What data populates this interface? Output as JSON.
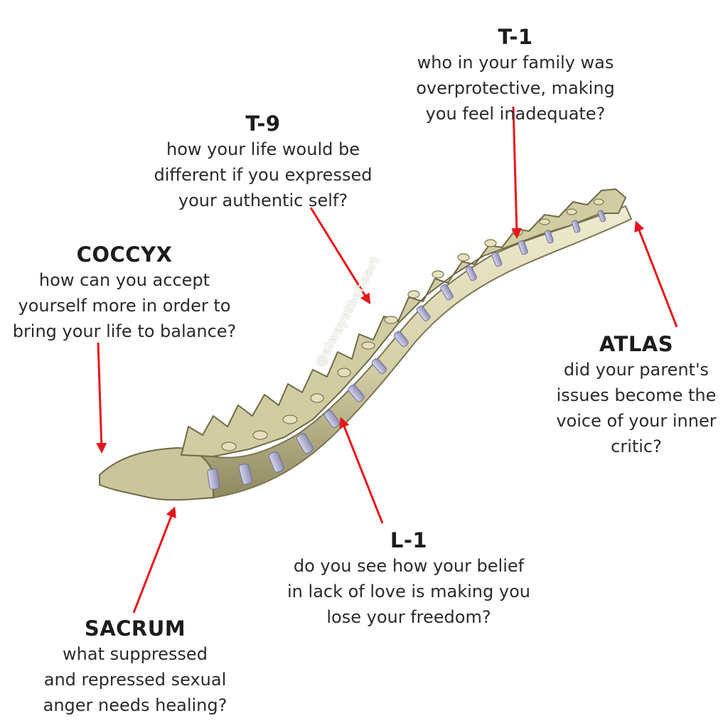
{
  "labels": {
    "t1": {
      "title": "T-1",
      "lines": [
        "who in your family was",
        "overprotective, making",
        "you feel inadequate?"
      ]
    },
    "t9": {
      "title": "T-9",
      "lines": [
        "how your life would be",
        "different if you expressed",
        "your authentic self?"
      ]
    },
    "coccyx": {
      "title": "COCCYX",
      "lines": [
        "how can you accept",
        "yourself more in order to",
        "bring your life to balance?"
      ]
    },
    "atlas": {
      "title": "ATLAS",
      "lines": [
        "did your parent's",
        "issues become the",
        "voice of your inner",
        "critic?"
      ]
    },
    "l1": {
      "title": "L-1",
      "lines": [
        "do you see how your belief",
        "in lack of love is making you",
        "lose your freedom?"
      ]
    },
    "sacrum": {
      "title": "SACRUM",
      "lines": [
        "what suppressed",
        "and repressed sexual",
        "anger needs healing?"
      ]
    }
  },
  "watermark": "@alwaystheheart",
  "colors": {
    "arrow": "#e8141b",
    "bone": "#d8d3b0",
    "bone_shadow": "#8f8a62",
    "disc": "#b8b8d6",
    "text": "#1c1c1c"
  }
}
